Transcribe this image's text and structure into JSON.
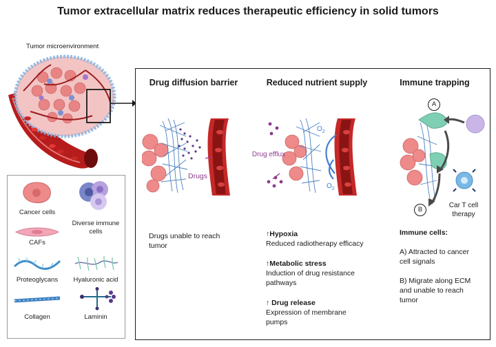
{
  "title": "Tumor extracellular matrix reduces therapeutic efficiency in solid tumors",
  "tme_label": "Tumor microenvironment",
  "legend": {
    "cancer_cells": "Cancer cells",
    "immune_cells": "Diverse immune cells",
    "cafs": "CAFs",
    "proteoglycans": "Proteoglycans",
    "hyaluronic_acid": "Hyaluronic acid",
    "collagen": "Collagen",
    "laminin": "Laminin"
  },
  "panels": {
    "drug_diffusion": {
      "title": "Drug diffusion barrier",
      "drugs_label": "Drugs",
      "caption": "Drugs unable to reach tumor"
    },
    "nutrient": {
      "title": "Reduced nutrient supply",
      "drug_efflux_label": "Drug efflux",
      "o2_top": "O",
      "o2_bottom": "O",
      "o2_sub": "2",
      "hypoxia_title": "↑Hypoxia",
      "hypoxia_text": "Reduced radiotherapy efficacy",
      "metabolic_title": "↑Metabolic stress",
      "metabolic_text": "Induction of drug resistance pathways",
      "release_title": "↑ Drug release",
      "release_text": "Expression of membrane pumps"
    },
    "immune": {
      "title": "Immune trapping",
      "marker_a": "A",
      "marker_b": "B",
      "car_t_label": "Car T cell therapy",
      "cells_heading": "Immune cells:",
      "point_a": "A) Attracted to cancer cell signals",
      "point_b": "B) Migrate along ECM and unable to reach tumor"
    }
  },
  "colors": {
    "vessel": "#c62828",
    "vessel_dark": "#7f1010",
    "cancer_cell": "#ee8a8a",
    "ecm_blue": "#4a7fc1",
    "drug_purple": "#8e3a8e",
    "o2_blue": "#3f7fd0",
    "immune_teal": "#7fcfb4",
    "immune_lilac": "#c9b6e6"
  }
}
